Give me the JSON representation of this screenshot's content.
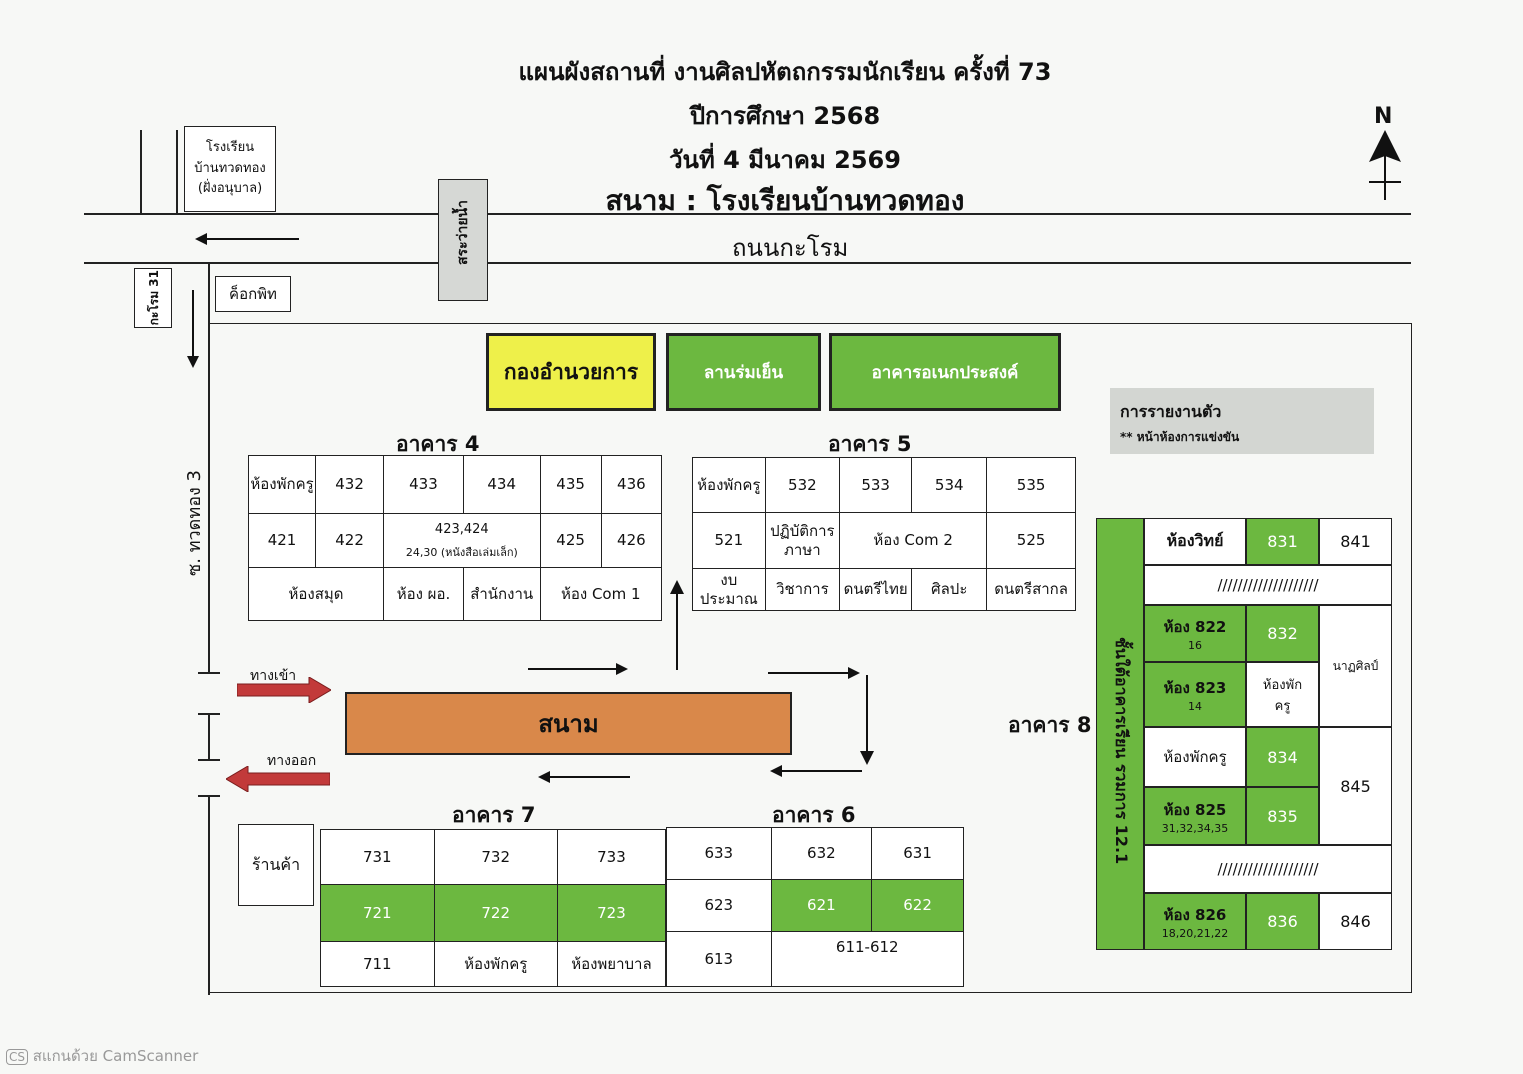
{
  "header": {
    "line1": "แผนผังสถานที่ งานศิลปหัตถกรรมนักเรียน ครั้งที่ 73",
    "line2": "ปีการศึกษา 2568",
    "line3": "วันที่ 4 มีนาคม 2569",
    "line4": "สนาม : โรงเรียนบ้านทวดทอง"
  },
  "compass": "N",
  "roads": {
    "main": "ถนนกะโรม",
    "side_street": "ซ. ทวดทอง 3",
    "karom31": "กะโรม 31",
    "pool": "สระว่ายน้ำ"
  },
  "landmarks": {
    "kindergarten": [
      "โรงเรียน",
      "บ้านทวดทอง",
      "(ฝั่งอนุบาล)"
    ],
    "shop_kp": "ค็อกพิท",
    "store": "ร้านค้า",
    "entrance": "ทางเข้า",
    "exit": "ทางออก",
    "field": "สนาม"
  },
  "top_buildings": {
    "admin": "กองอำนวยการ",
    "plaza": "ลานร่มเย็น",
    "multipurpose": "อาคารอเนกประสงค์"
  },
  "report": {
    "title": "การรายงานตัว",
    "note": "** หน้าห้องการแข่งขัน"
  },
  "building4": {
    "name": "อาคาร 4",
    "r1": [
      "ห้องพักครู",
      "432",
      "433",
      "434",
      "435",
      "436"
    ],
    "r2": [
      "421",
      "422",
      "423,424",
      "24,30 (หนังสือเล่มเล็ก)",
      "425",
      "426"
    ],
    "r3": [
      "ห้องสมุด",
      "ห้อง ผอ.",
      "สำนักงาน",
      "ห้อง Com 1"
    ]
  },
  "building5": {
    "name": "อาคาร 5",
    "r1": [
      "ห้องพักครู",
      "532",
      "533",
      "534",
      "535"
    ],
    "r2": [
      "521",
      "ปฏิบัติการภาษา",
      "ห้อง Com 2",
      "525"
    ],
    "r3": [
      "งบประมาณ",
      "วิชาการ",
      "ดนตรีไทย",
      "ศิลปะ",
      "ดนตรีสากล"
    ]
  },
  "building7": {
    "name": "อาคาร 7",
    "r1": [
      "731",
      "732",
      "733"
    ],
    "r2": [
      "721",
      "722",
      "723"
    ],
    "r3": [
      "711",
      "ห้องพักครู",
      "ห้องพยาบาล"
    ]
  },
  "building6": {
    "name": "อาคาร 6",
    "r1": [
      "633",
      "632",
      "631"
    ],
    "r2": [
      "623",
      "621",
      "622"
    ],
    "r3": [
      "613",
      "611-612"
    ]
  },
  "building8": {
    "name": "อาคาร 8",
    "vertical": "ชั้นใต้อาคารเรียน รวมการ 12.1",
    "hatch": "////////////////////",
    "room_sci": "ห้องวิทย์",
    "r831": "831",
    "r841": "841",
    "r822": "ห้อง 822",
    "r822n": "16",
    "r832": "832",
    "r823": "ห้อง 823",
    "r823n": "14",
    "teacher": "ห้องพักครู",
    "dance": "นาฏศิลป์",
    "r834": "834",
    "r845": "845",
    "r825": "ห้อง 825",
    "r825n": "31,32,34,35",
    "r835": "835",
    "r826": "ห้อง 826",
    "r826n": "18,20,21,22",
    "r836": "836",
    "r846": "846"
  },
  "footer": "สแกนด้วย CamScanner",
  "colors": {
    "green": "#6cb840",
    "admin_yellow": "#eef04a",
    "field_orange": "#d9884a",
    "arrow_red": "#c23a3a",
    "report_gray": "#d3d6d2"
  }
}
